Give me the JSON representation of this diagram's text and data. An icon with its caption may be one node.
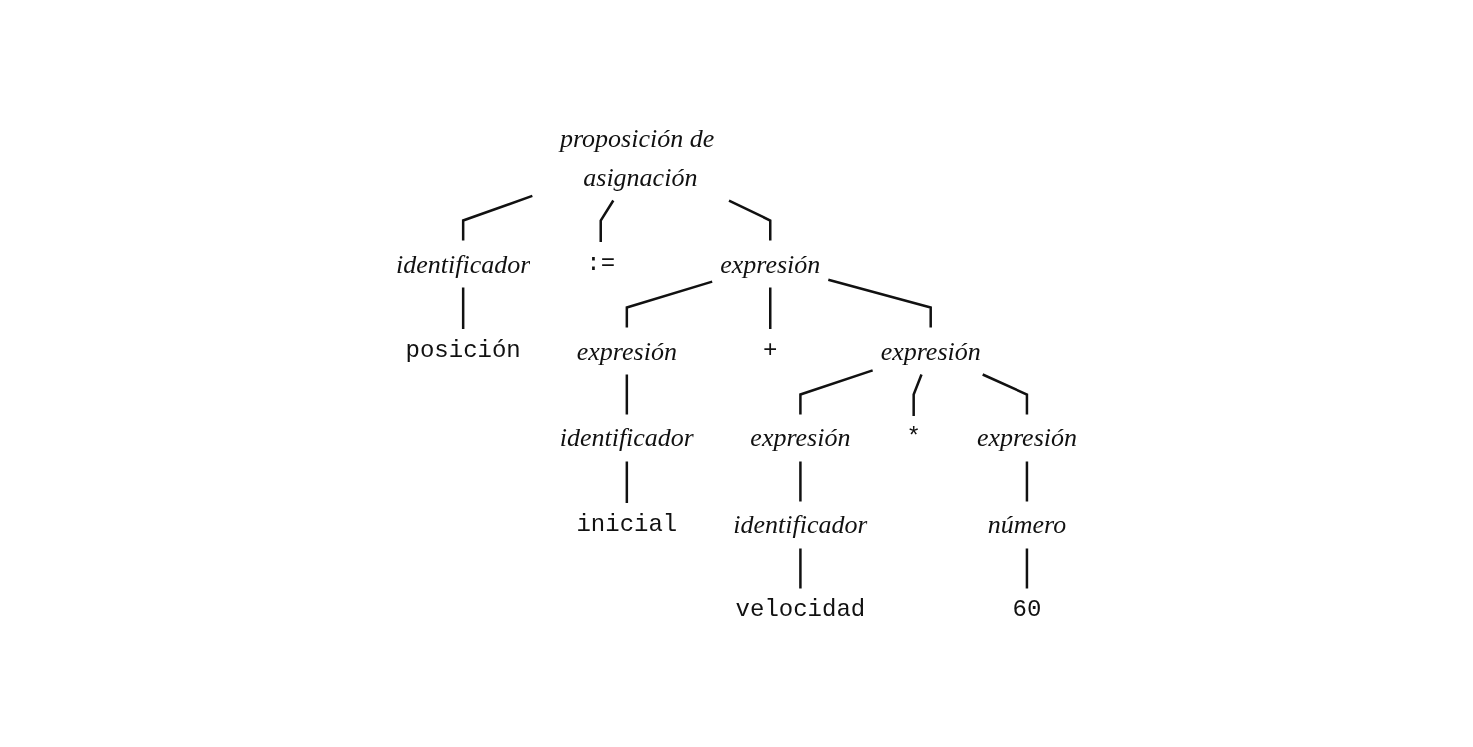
{
  "diagram": {
    "nodes": [
      {
        "text": [
          "proposición de asignación"
        ]
      },
      {
        "text": [
          "identificador"
        ]
      },
      {
        "text": [
          ":="
        ]
      },
      {
        "text": [
          "expresión"
        ]
      },
      {
        "text": [
          "posición"
        ]
      },
      {
        "text": [
          "expresión"
        ]
      },
      {
        "text": [
          "+"
        ]
      },
      {
        "text": [
          "expresión"
        ]
      },
      {
        "text": [
          "identificador"
        ]
      },
      {
        "text": [
          "expresión"
        ]
      },
      {
        "text": [
          "*"
        ]
      },
      {
        "text": [
          "expresión"
        ]
      },
      {
        "text": [
          "inicial"
        ]
      },
      {
        "text": [
          "identificador"
        ]
      },
      {
        "text": [
          "número"
        ]
      },
      {
        "text": [
          "velocidad"
        ]
      },
      {
        "text": [
          "60"
        ]
      }
    ],
    "edges": [
      {
        "from": 0,
        "to": 1,
        "arrow": "none"
      },
      {
        "from": 0,
        "to": 2,
        "arrow": "none"
      },
      {
        "from": 0,
        "to": 3,
        "arrow": "none"
      },
      {
        "from": 1,
        "to": 4,
        "arrow": "none"
      },
      {
        "from": 3,
        "to": 5,
        "arrow": "none"
      },
      {
        "from": 3,
        "to": 6,
        "arrow": "none"
      },
      {
        "from": 3,
        "to": 7,
        "arrow": "none"
      },
      {
        "from": 5,
        "to": 8,
        "arrow": "none"
      },
      {
        "from": 7,
        "to": 9,
        "arrow": "none"
      },
      {
        "from": 7,
        "to": 10,
        "arrow": "none"
      },
      {
        "from": 7,
        "to": 11,
        "arrow": "none"
      },
      {
        "from": 8,
        "to": 12,
        "arrow": "none"
      },
      {
        "from": 9,
        "to": 13,
        "arrow": "none"
      },
      {
        "from": 11,
        "to": 14,
        "arrow": "none"
      },
      {
        "from": 13,
        "to": 15,
        "arrow": "none"
      },
      {
        "from": 14,
        "to": 16,
        "arrow": "none"
      }
    ]
  }
}
